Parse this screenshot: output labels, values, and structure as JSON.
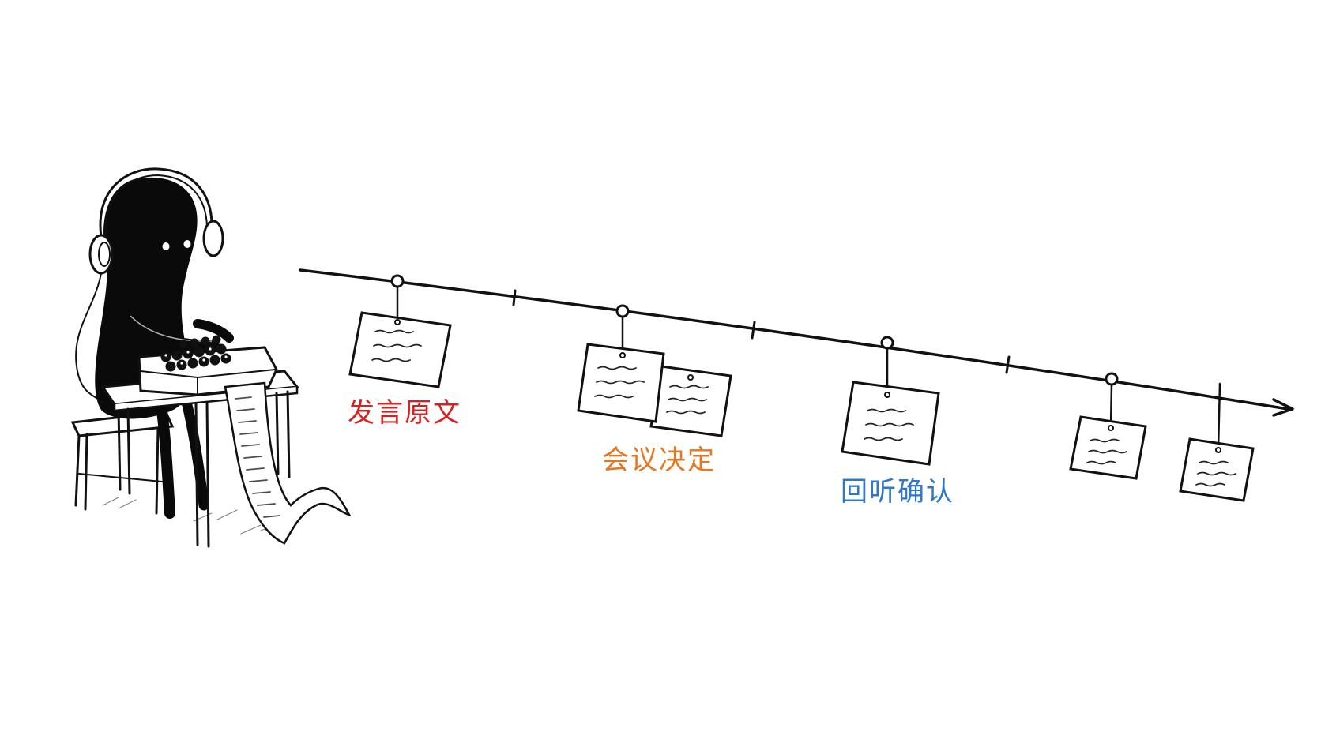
{
  "labels": {
    "original_speech": "发言原文",
    "meeting_decision": "会议决定",
    "playback_confirm": "回听确认"
  },
  "colors": {
    "original_speech": "#d7201f",
    "meeting_decision": "#e8761e",
    "playback_confirm": "#2f78c8",
    "ink": "#111111",
    "background": "#ffffff"
  },
  "icons": {
    "figure": "stenographer-with-headphones-icon",
    "machine": "stenotype-machine-icon",
    "paper": "paper-tape-icon",
    "timeline": "timeline-arrow-icon",
    "pin": "pin-ring-icon",
    "note": "hanging-note-icon"
  }
}
